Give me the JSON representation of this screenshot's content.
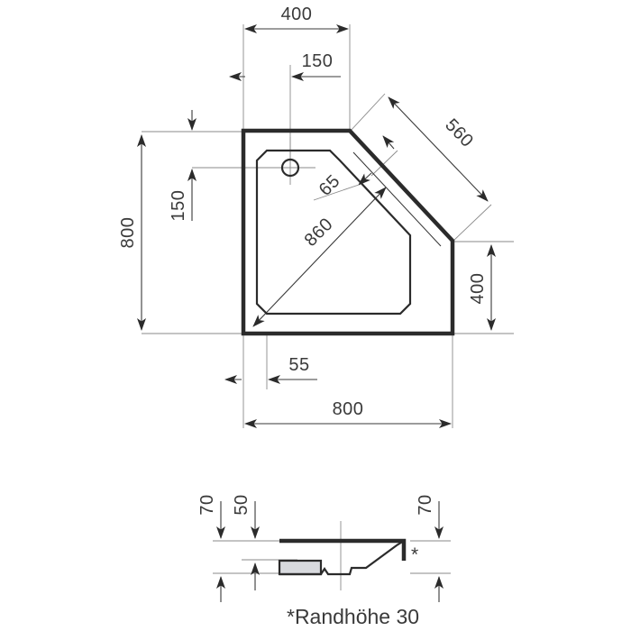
{
  "document": {
    "title": "Shower tray technical drawing",
    "drawing_type": "pentagonal shower tray dimensioned drawing",
    "units": "mm",
    "line_color": "#2b2b2b",
    "dimension_color": "#3a3a3a",
    "background": "#ffffff",
    "fill_color": "#d8dade"
  },
  "plan_view": {
    "name": "top plan view",
    "dimensions": {
      "top_400": "400",
      "top_150": "150",
      "left_800": "800",
      "left_150": "150",
      "diagonal_560": "560",
      "diagonal_860": "860",
      "rim_65": "65",
      "right_400": "400",
      "bottom_55": "55",
      "bottom_800": "800"
    },
    "drain": {
      "name": "drain-hole",
      "label": ""
    }
  },
  "section_view": {
    "name": "cross section view",
    "dimensions": {
      "left_70": "70",
      "left_50": "50",
      "right_70": "70"
    },
    "star_marker": "*",
    "note": "*Randhöhe 30"
  },
  "chart_data": {
    "type": "table",
    "title": "Shower tray dimensions (mm)",
    "categories": [
      "top_400",
      "top_150",
      "left_800",
      "left_150",
      "diagonal_560",
      "diagonal_860",
      "rim_65",
      "right_400",
      "bottom_55",
      "bottom_800",
      "section_left_70",
      "section_left_50",
      "section_right_70",
      "rim_height_note"
    ],
    "values": [
      400,
      150,
      800,
      150,
      560,
      860,
      65,
      400,
      55,
      800,
      70,
      50,
      70,
      30
    ]
  }
}
